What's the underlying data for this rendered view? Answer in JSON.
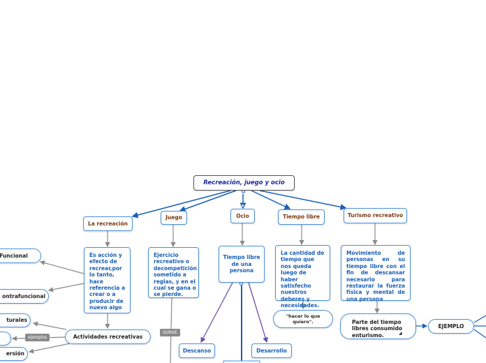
{
  "nodes": {
    "title": "Recreación, juego y ocio",
    "recreacion": "La recreación",
    "juego": "Juego",
    "ocio": "Ocio",
    "tiempo_libre": "Tiempo libre",
    "turismo": "Turismo recreativo",
    "recreacion_def": "Es acción y efecto de recrear,por lo tanto, hace referencia a crear o a producir de nuevo algo",
    "juego_def": "Ejercicio recreativo o decompetición sometido a reglas, y en el cual se gana o se pierde.",
    "ocio_def": "Tiempo libre de una persona",
    "tiempo_def": "La cantidad de tiempo que nos queda luego de haber satisfecho nuestros deberes y necesidades.",
    "turismo_def": "Movimiento de personas en su tiempo libre con el fin de descansar necesario para restaurar la fuerza física y mental de una persona",
    "hacer_lo_que": "\"hacer lo que quiero\".",
    "parte_tiempo": "Parte del tiempo libres consumido enturismo.",
    "ejemplo": "EJEMPLO",
    "actividades": "Actividades recreativas",
    "funcional": "Funcional",
    "contrafuncional": "ontrafuncional",
    "culturales": "turales",
    "diversion": "ersión",
    "descanso": "Descanso",
    "desarrollo": "Desarrollo"
  },
  "labels": {
    "ejemplos": "ejemplos",
    "surge": "SURGE"
  },
  "colors": {
    "line_blue": "#1a5fb4",
    "line_gray": "#8a8a8a",
    "line_purple": "#6a4fa8",
    "border": "#4a90d9"
  }
}
